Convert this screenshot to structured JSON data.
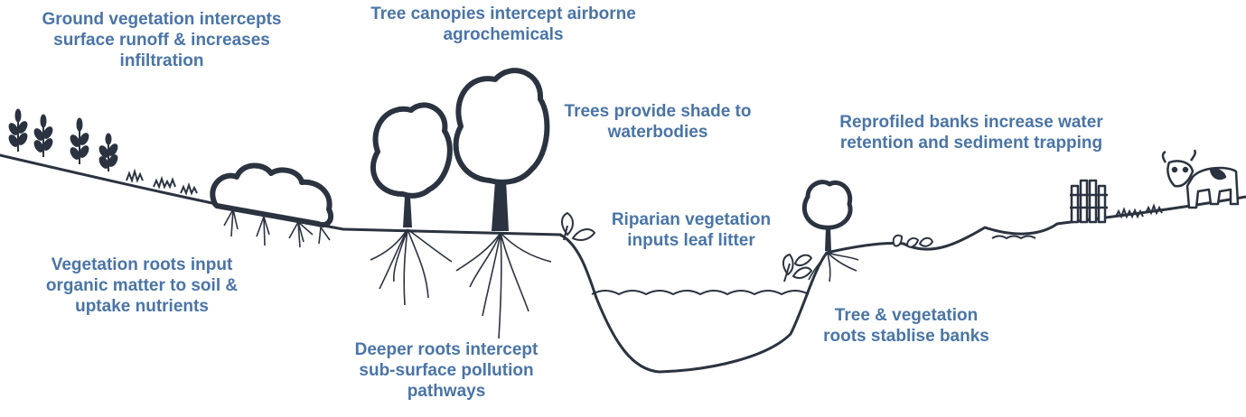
{
  "colors": {
    "label": "#4a74a6",
    "ink": "#2b3340",
    "tree_fill": "#ffffff",
    "background": "#ffffff"
  },
  "labels": {
    "ground_vegetation": [
      "Ground vegetation intercepts",
      "surface runoff & increases",
      "infiltration"
    ],
    "tree_canopies": [
      "Tree canopies intercept airborne",
      "agrochemicals"
    ],
    "tree_shade": [
      "Trees provide shade to",
      "waterbodies"
    ],
    "reprofiled_banks": [
      "Reprofiled banks increase water",
      "retention and sediment trapping"
    ],
    "riparian_vegetation": [
      "Riparian vegetation",
      "inputs leaf litter"
    ],
    "vegetation_roots": [
      "Vegetation roots input",
      "organic matter to soil &",
      "uptake nutrients"
    ],
    "deeper_roots": [
      "Deeper roots intercept",
      "sub-surface pollution",
      "pathways"
    ],
    "bank_roots": [
      "Tree & vegetation",
      "roots stablise banks"
    ]
  },
  "icons": [
    "crop-plant-icon",
    "shrub-icon",
    "tree-icon",
    "leaf-icon",
    "fence-icon",
    "cow-icon",
    "grass-icon"
  ]
}
